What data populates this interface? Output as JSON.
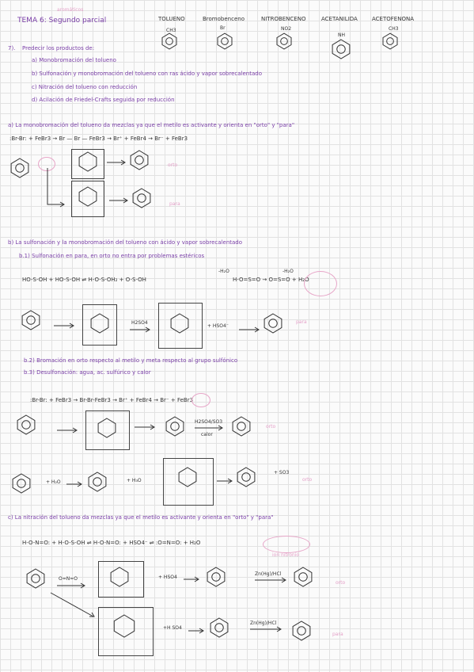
{
  "header": {
    "title": "TEMA 6: Segundo parcial",
    "annotation": "aromáticos",
    "compounds": [
      {
        "name": "TOLUENO",
        "group": "CH3"
      },
      {
        "name": "Bromobenceno",
        "group": "Br"
      },
      {
        "name": "NITROBENCENO",
        "group": "NO2"
      },
      {
        "name": "ACETANILIDA",
        "group": "NH"
      },
      {
        "name": "ACETOFENONA",
        "group": "CH3"
      }
    ]
  },
  "question": {
    "number": "7).",
    "prompt": "Predecir los productos de:",
    "items": [
      "a) Monobromación del tolueno",
      "b) Sulfonación y monobromación del tolueno con ras ácido y vapor sobrecalentado",
      "c) Nitración del tolueno con reducción",
      "d) Acilación de Friedel-Crafts seguida por reducción"
    ]
  },
  "section_a": {
    "heading": "a) La monobromación del tolueno da mezclas ya que el metilo es activante y orienta en \"orto\" y \"para\"",
    "eq1": ":Br-Br: + FeBr3 → Br — Br — FeBr3 → Br⁺ + FeBr4 → Br⁻ + FeBr3",
    "orto": "orto",
    "para": "para"
  },
  "section_b": {
    "heading": "b) La sulfonación y la monobromación del tolueno con ácido y vapor sobrecalentado",
    "b1": "b.1) Sulfonación en para, en orto no entra por problemas estéricos",
    "eq_left": "HO-S-OH + HO-S-OH  ⇌  H-O-S-OH₂ + O-S-OH",
    "eq_right": "H-O=S=O  →  O=S=O + H₂O",
    "loss_h2o": "-H₂O",
    "gain_h2o": "-H₂O",
    "hso4": "+ HSO4⁻",
    "h2so4": "H2SO4",
    "para": "para",
    "b2": "b.2) Bromación en orto respecto al metilo y meta respecto al grupo sulfónico",
    "b3": "b.3) Desulfonación: agua, ac. sulfúrico y calor",
    "eq_br": ":Br-Br: + FeBr3 → Br-Br-FeBr3 → Br⁺ + FeBr4 → Br⁻ + FeBr3",
    "cond": "H2SO4/SO3",
    "calor": "calor",
    "orto": "orto",
    "h2o_in": "+ H₂O",
    "h3o": "+ H₃O",
    "so3": "+ SO3",
    "orto2": "orto"
  },
  "section_c": {
    "heading": "c) La nitración del tolueno da mezclas ya que el metilo es activante y orienta en \"orto\" y \"para\"",
    "eq": "H-O-N=O: + H-O-S-OH ⇌ H-O-N=O: + HSO4⁻ ⇌ :O=N=O: + H₂O",
    "note": "ion nitronio",
    "nitronium": "O=N=O",
    "hso4": "+ HSO4",
    "reduction": "Zn(Hg)/HCl",
    "h2so4b": "+H SO4",
    "orto": "orto",
    "para": "para"
  }
}
